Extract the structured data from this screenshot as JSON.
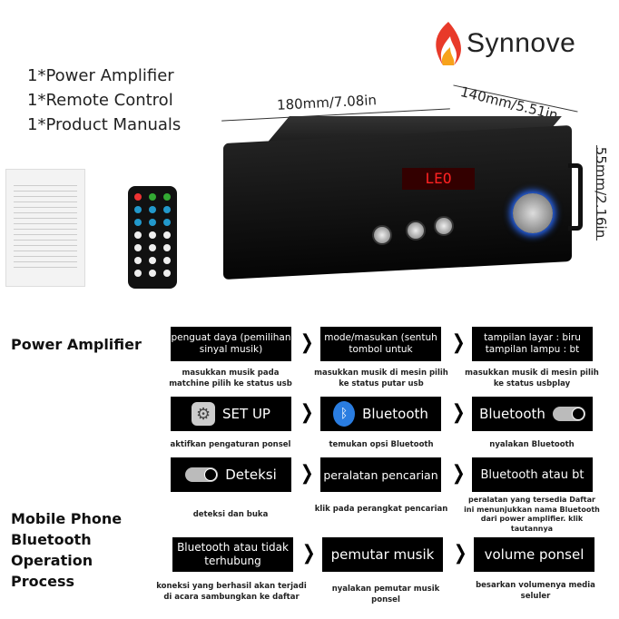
{
  "brand": {
    "name": "Synnove",
    "accent": "#e83a2a"
  },
  "contents": [
    "1*Power Amplifier",
    "1*Remote Control",
    "1*Product Manuals"
  ],
  "dimensions": {
    "width": "180mm/7.08in",
    "depth": "140mm/5.51in",
    "height": "55mm/2.16in"
  },
  "device": {
    "display": "LEO"
  },
  "sections": {
    "power": "Power Amplifier",
    "mobile": "Mobile Phone Bluetooth Operation Process"
  },
  "rows": [
    [
      {
        "box": "penguat daya (pemilihan sinyal musik)",
        "cap": "masukkan musik pada matchine pilih ke status usb"
      },
      {
        "box": "mode/masukan (sentuh tombol untuk",
        "cap": "masukkan musik di mesin pilih ke status putar usb"
      },
      {
        "box": "tampilan layar : biru tampilan lampu : bt",
        "cap": "masukkan musik di mesin pilih ke status usbplay"
      }
    ],
    [
      {
        "box": "SET UP",
        "icon": "gear-icon",
        "cap": "aktifkan pengaturan ponsel"
      },
      {
        "box": "Bluetooth",
        "icon": "bluetooth-icon",
        "cap": "temukan opsi Bluetooth"
      },
      {
        "box": "Bluetooth",
        "icon": "toggle-icon",
        "cap": "nyalakan Bluetooth"
      }
    ],
    [
      {
        "box": "Deteksi",
        "icon": "toggle-icon",
        "cap": "deteksi dan buka"
      },
      {
        "box": "peralatan pencarian",
        "cap": "klik pada perangkat pencarian"
      },
      {
        "box": "Bluetooth atau bt",
        "cap": "peralatan yang tersedia Daftar ini menunjukkan nama Bluetooth dari power amplifier. klik tautannya"
      }
    ],
    [
      {
        "box": "Bluetooth atau tidak terhubung",
        "cap": "koneksi yang berhasil akan terjadi di acara sambungkan ke daftar"
      },
      {
        "box": "pemutar musik",
        "cap": "nyalakan pemutar musik ponsel"
      },
      {
        "box": "volume ponsel",
        "cap": "besarkan volumenya media seluler"
      }
    ]
  ]
}
